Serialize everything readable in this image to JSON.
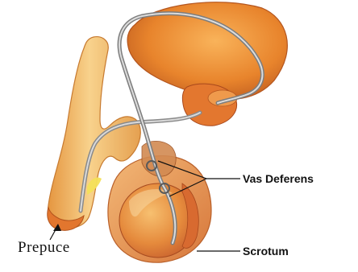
{
  "labels": {
    "vas_deferens": "Vas Deferens",
    "scrotum": "Scrotum",
    "prepuce": "Prepuce"
  },
  "colors": {
    "tissue_orange": "#e8892f",
    "tissue_light": "#f6c989",
    "tissue_yellow": "#f0c040",
    "tissue_red": "#c95a2a",
    "duct_gray": "#8a8a8a",
    "leader_line": "#111111"
  }
}
